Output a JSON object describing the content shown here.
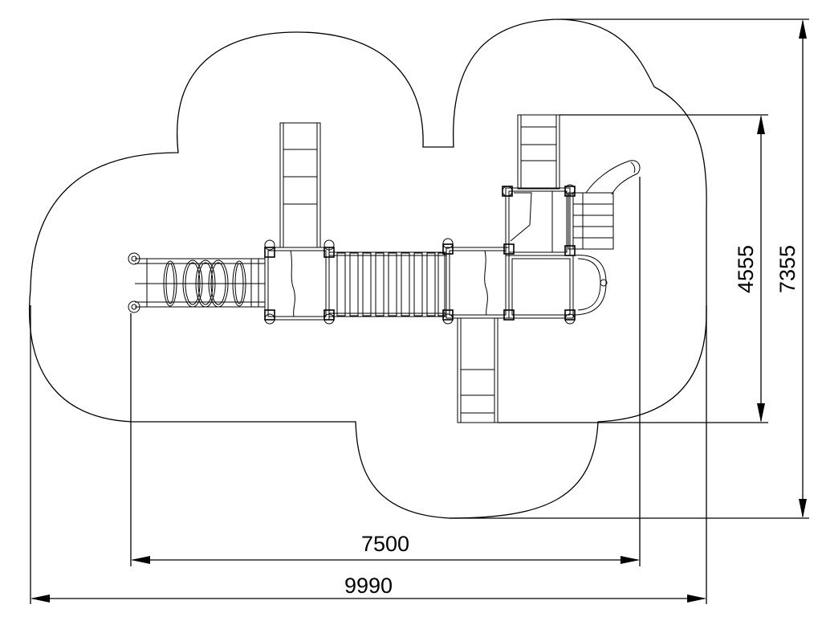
{
  "dimensions": {
    "overall_width": "9990",
    "equipment_width": "7500",
    "overall_depth": "7355",
    "equipment_depth": "4555"
  },
  "colors": {
    "line": "#000000",
    "background": "#ffffff"
  }
}
